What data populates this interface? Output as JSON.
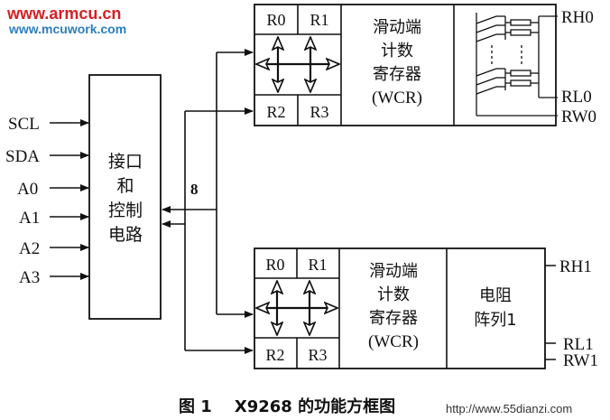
{
  "watermark": {
    "line1": "www.armcu.cn",
    "line2": "www.mcuwork.com",
    "line1_color": "#d42020",
    "line2_color": "#2a7fc0",
    "footer": "http://www.55dianzi.com"
  },
  "inputs": [
    "SCL",
    "SDA",
    "A0",
    "A1",
    "A2",
    "A3"
  ],
  "interface_block": {
    "lines": [
      "接口",
      "和",
      "控制",
      "电路"
    ]
  },
  "bus_width": "8",
  "channel0": {
    "registers": [
      "R0",
      "R1",
      "R2",
      "R3"
    ],
    "wcr_lines": [
      "滑动端",
      "计数",
      "寄存器",
      "(WCR)"
    ],
    "terminals": [
      "RH0",
      "RL0",
      "RW0"
    ]
  },
  "channel1": {
    "registers": [
      "R0",
      "R1",
      "R2",
      "R3"
    ],
    "wcr_lines": [
      "滑动端",
      "计数",
      "寄存器",
      "(WCR)"
    ],
    "array_lines": [
      "电阻",
      "阵列1"
    ],
    "terminals": [
      "RH1",
      "RL1",
      "RW1"
    ]
  },
  "caption": "图 1    X9268 的功能方框图",
  "colors": {
    "ink": "#111111",
    "paper": "#ffffff"
  }
}
